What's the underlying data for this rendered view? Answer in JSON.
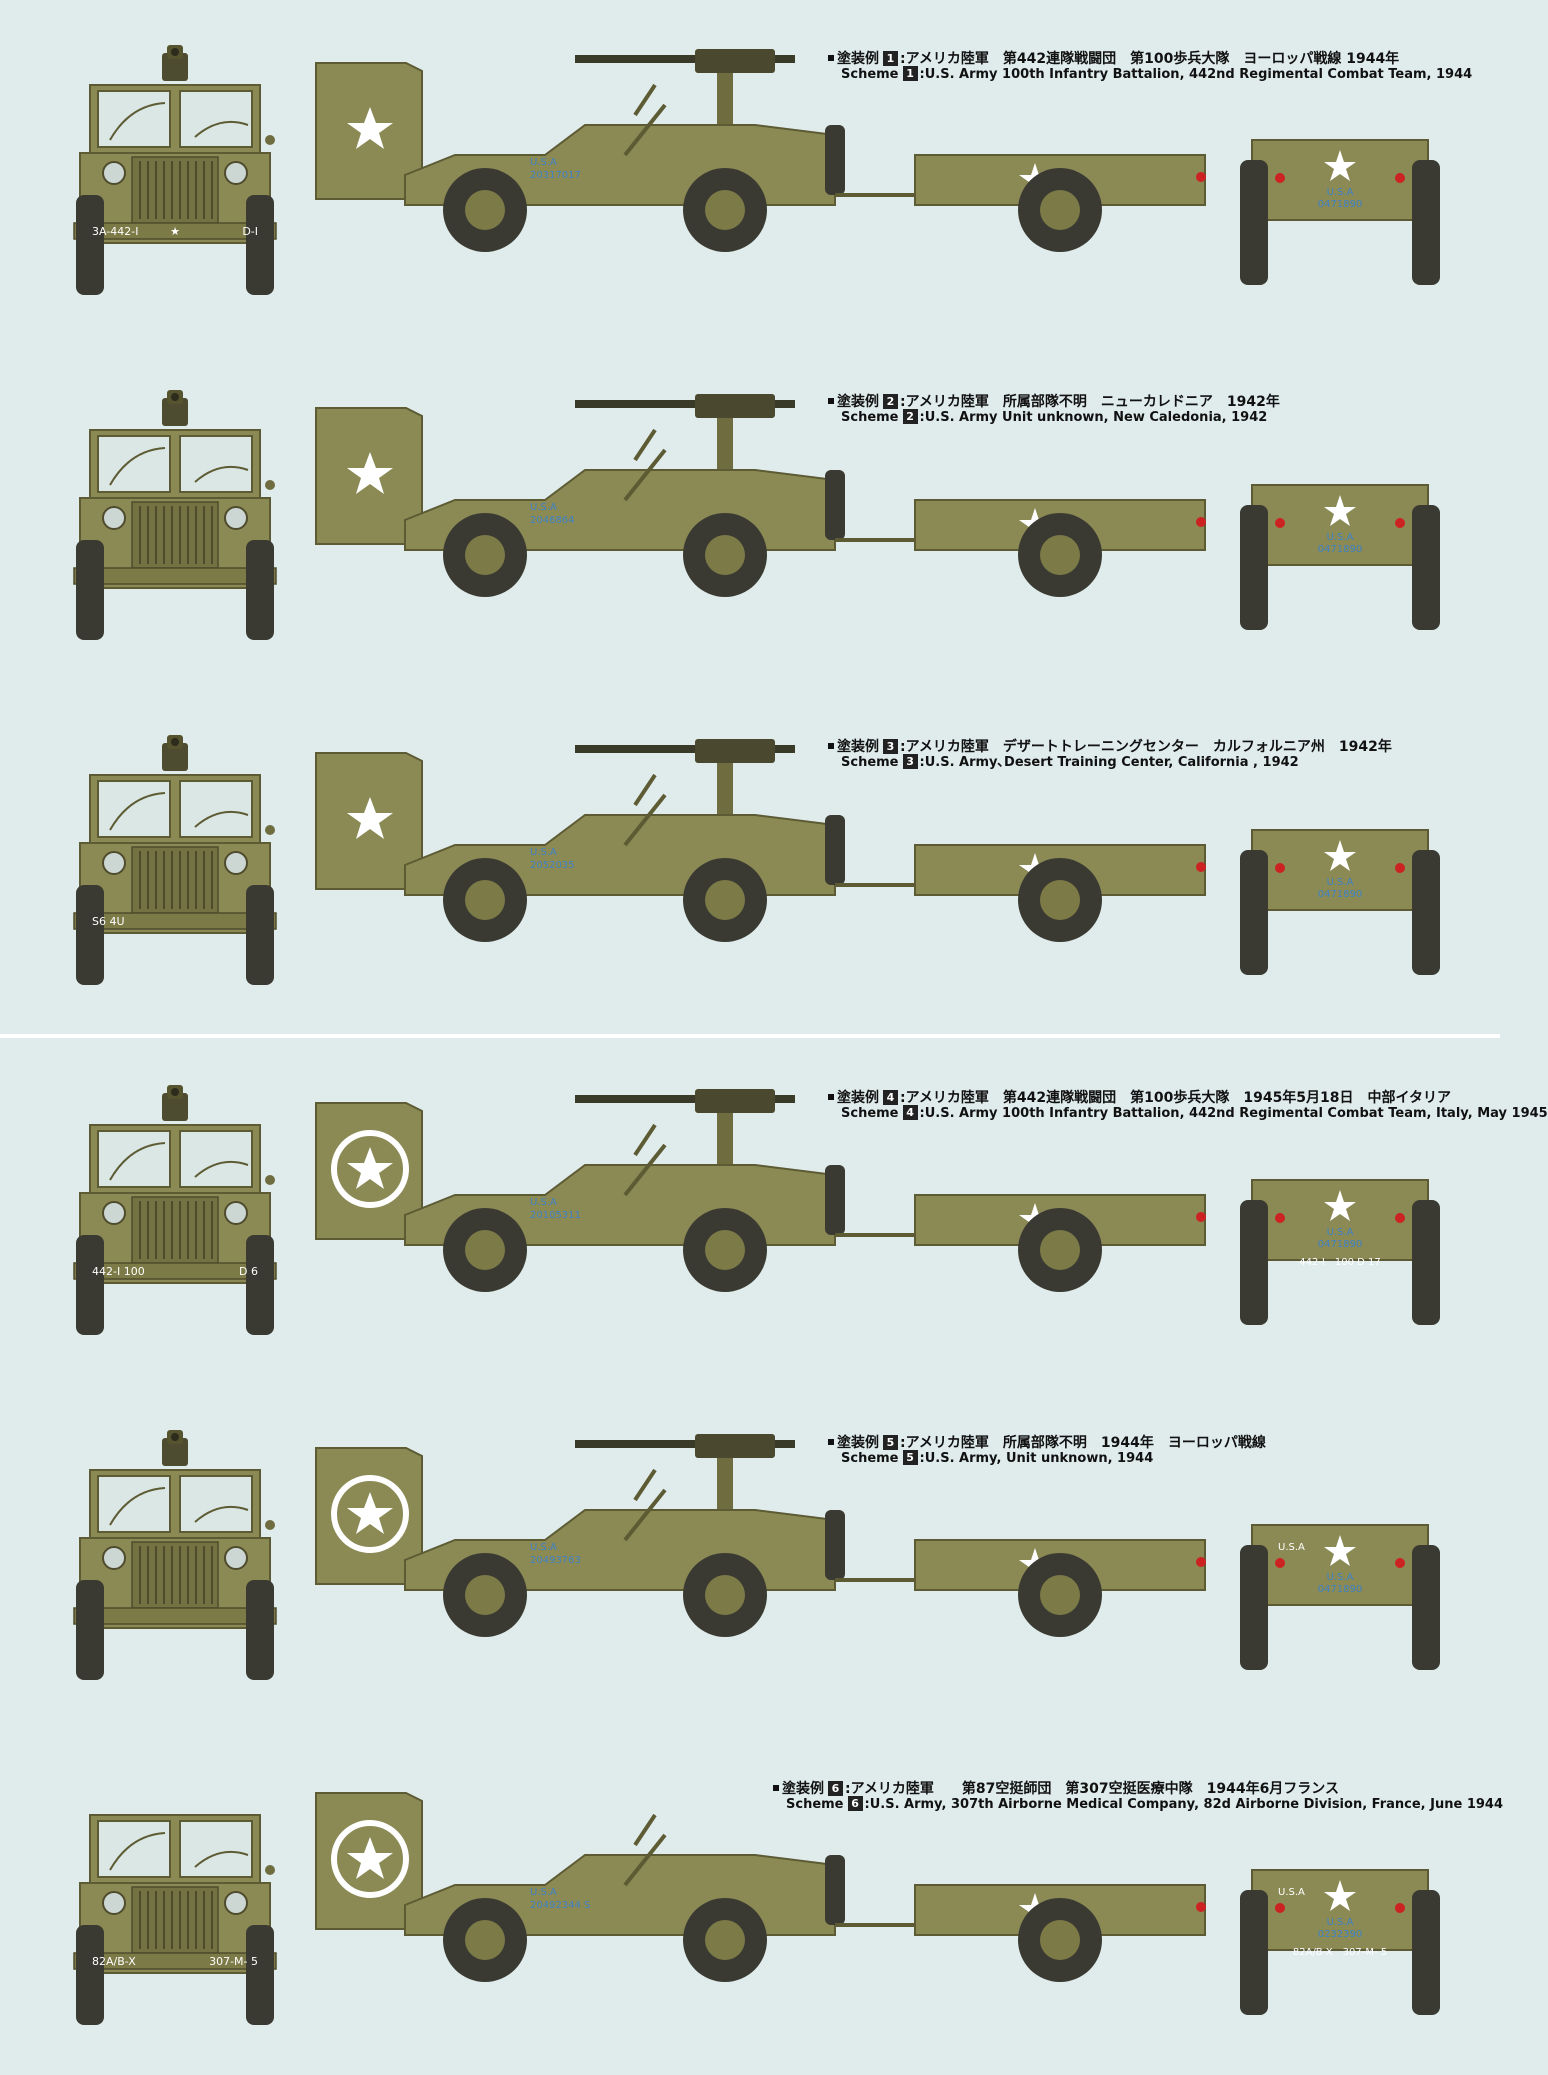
{
  "colors": {
    "background": "#e0ecec",
    "olive_drab": "#8b8a55",
    "olive_dark": "#6f6d3f",
    "olive_light": "#a3a16a",
    "tire": "#3a3a32",
    "marking_blue": "#3f82c4",
    "marking_white": "#ffffff",
    "tail_light": "#cc2222"
  },
  "labels": {
    "jp": "塗装例",
    "en": "Scheme"
  },
  "schemes": [
    {
      "number": "1",
      "jp": ":アメリカ陸軍　第442連隊戦闘団　第100歩兵大隊　ヨーロッパ戦線 1944年",
      "en": ":U.S. Army 100th Infantry Battalion, 442nd Regimental Combat Team, 1944",
      "front_left": "3A-442-I",
      "front_right": "D-I",
      "front_star": "★",
      "hood_usa": "U.S.A",
      "hood_serial": "20317017",
      "trailer_usa": "U.S.A",
      "trailer_serial": "0471890",
      "trailer_bumper": "",
      "rear_usa": ""
    },
    {
      "number": "2",
      "jp": ":アメリカ陸軍　所属部隊不明　ニューカレドニア　1942年",
      "en": ":U.S. Army Unit unknown, New Caledonia, 1942",
      "front_left": "",
      "front_right": "",
      "front_star": "",
      "hood_usa": "U.S.A",
      "hood_serial": "2046864",
      "trailer_usa": "U.S.A",
      "trailer_serial": "0471890",
      "trailer_bumper": "",
      "rear_usa": ""
    },
    {
      "number": "3",
      "jp": ":アメリカ陸軍　デザートトレーニングセンター　カルフォルニア州　1942年",
      "en": ":U.S. Army､Desert Training Center, California , 1942",
      "front_left": "S6 4U",
      "front_right": "",
      "front_star": "",
      "hood_usa": "U.S.A",
      "hood_serial": "2052035",
      "trailer_usa": "U.S.A",
      "trailer_serial": "0471890",
      "trailer_bumper": "",
      "rear_usa": ""
    },
    {
      "number": "4",
      "jp": ":アメリカ陸軍　第442連隊戦闘団　第100歩兵大隊　1945年5月18日　中部イタリア",
      "en": ":U.S. Army 100th Infantry Battalion, 442nd Regimental Combat Team, Italy, May 1945",
      "front_left": "442-I 100",
      "front_right": "D 6",
      "front_star": "",
      "hood_usa": "U.S.A",
      "hood_serial": "20105311",
      "trailer_usa": "U.S.A",
      "trailer_serial": "0471890",
      "trailer_bumper": "442-I　100 D 17",
      "rear_usa": ""
    },
    {
      "number": "5",
      "jp": ":アメリカ陸軍　所属部隊不明　1944年　ヨーロッパ戦線",
      "en": ":U.S. Army, Unit unknown, 1944",
      "front_left": "",
      "front_right": "",
      "front_star": "",
      "hood_usa": "U.S.A",
      "hood_serial": "20493763",
      "trailer_usa": "U.S.A",
      "trailer_serial": "0471890",
      "trailer_bumper": "",
      "rear_usa": "U.S.A"
    },
    {
      "number": "6",
      "jp": ":アメリカ陸軍　　第87空挺師団　第307空挺医療中隊　1944年6月フランス",
      "en": ":U.S. Army, 307th Airborne Medical Company, 82d Airborne Division, France,  June 1944",
      "front_left": "82A/B-X",
      "front_right": "307-M- 5",
      "front_star": "",
      "hood_usa": "U.S.A",
      "hood_serial": "20492344 S",
      "trailer_usa": "U.S.A",
      "trailer_serial": "0232390",
      "trailer_bumper": "82A/B-X　307-M- 5",
      "rear_usa": "U.S.A"
    }
  ]
}
